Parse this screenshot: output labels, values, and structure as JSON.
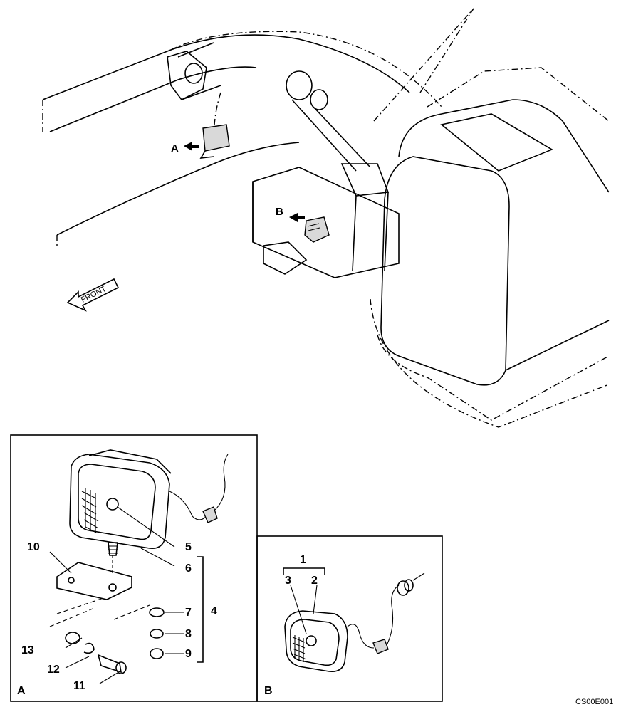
{
  "top_view": {
    "callout_a": "A",
    "callout_b": "B",
    "direction": "FRONT"
  },
  "detail_a": {
    "panel_label": "A",
    "parts": [
      "5",
      "6",
      "4",
      "7",
      "8",
      "9",
      "10",
      "11",
      "12",
      "13"
    ]
  },
  "detail_b": {
    "panel_label": "B",
    "parts": [
      "1",
      "2",
      "3"
    ]
  },
  "figure_code": "CS00E001"
}
